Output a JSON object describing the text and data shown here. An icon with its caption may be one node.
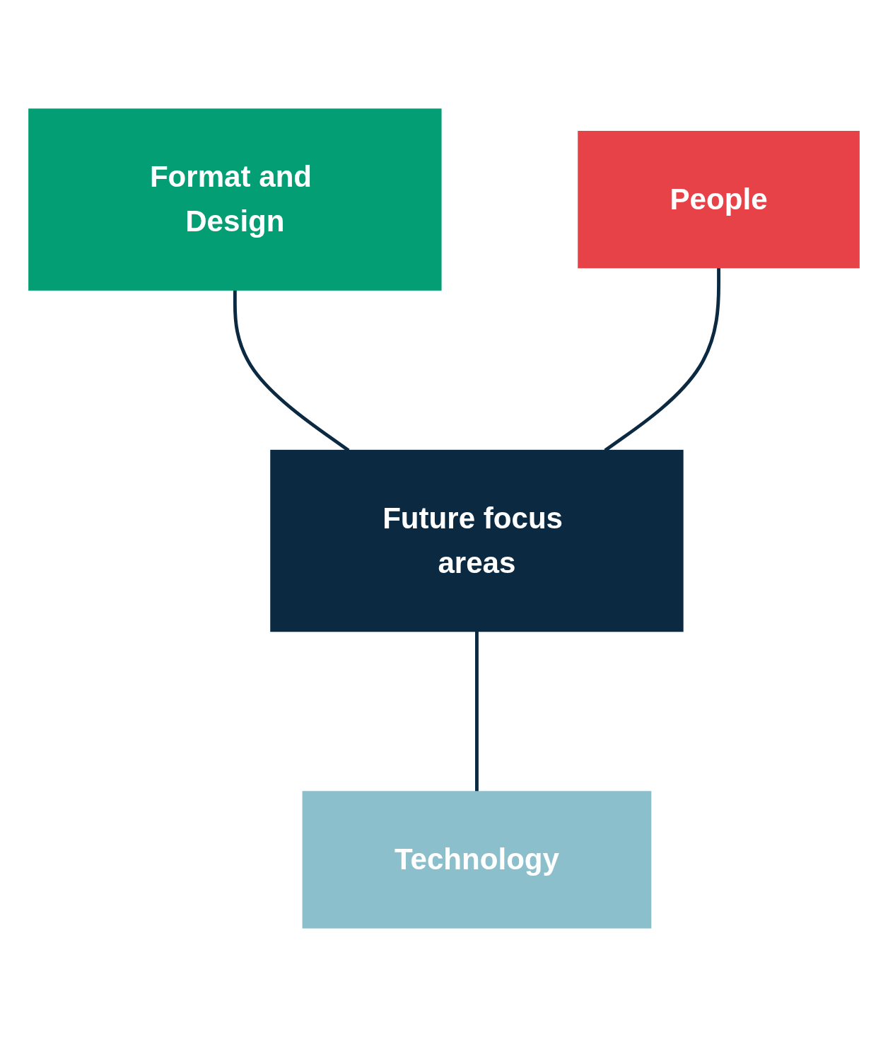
{
  "diagram": {
    "nodes": [
      {
        "text": [
          "Format and Design"
        ]
      },
      {
        "text": [
          "People"
        ]
      },
      {
        "text": [
          "Future focus areas"
        ]
      },
      {
        "text": [
          "Technology"
        ]
      }
    ],
    "edges": [
      {
        "from": 0,
        "to": 2,
        "arrow": "none"
      },
      {
        "from": 1,
        "to": 2,
        "arrow": "none"
      },
      {
        "from": 2,
        "to": 3,
        "arrow": "none"
      }
    ]
  }
}
